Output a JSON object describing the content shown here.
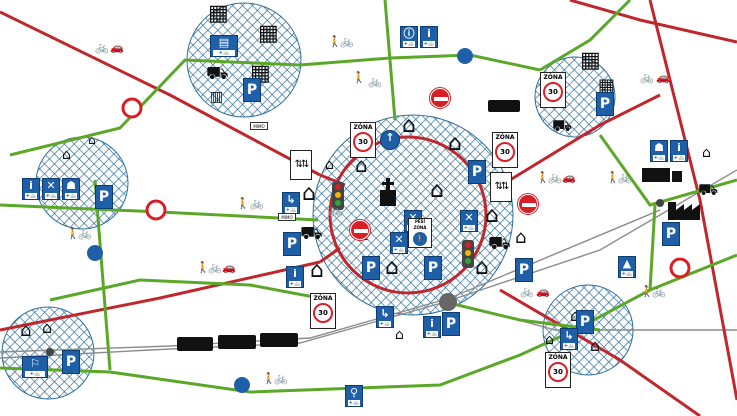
{
  "title": "",
  "colors": {
    "road_main": "#c0272d",
    "road_green": "#5ba829",
    "rail": "#8c8c8c",
    "zone_hatch": "#2f6f9c",
    "sign_blue": "#1f5fa8",
    "sign_red": "#d91f26"
  },
  "signs": {
    "parking": "P",
    "info": "i",
    "zone_label": "ZÓNA",
    "speed_limit": "30",
    "ped_zone_label": "PĚŠÍ ZÓNA",
    "except_label": "MIMO",
    "bike_sub": "+🚲"
  },
  "icons": [
    "building-icon",
    "house-icon",
    "church-icon",
    "factory-icon",
    "parking-sign-icon",
    "info-sign-icon",
    "no-entry-sign-icon",
    "no-vehicles-sign-icon",
    "traffic-light-icon",
    "bicycle-icon",
    "car-icon",
    "pedestrian-icon",
    "bus-icon",
    "truck-icon",
    "tram-icon",
    "train-icon",
    "trolley-icon"
  ]
}
